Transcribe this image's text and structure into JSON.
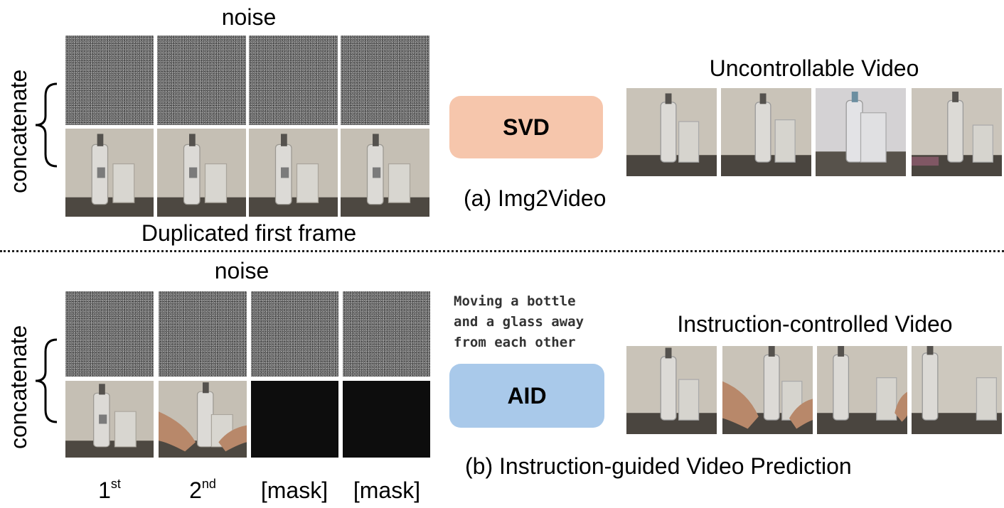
{
  "top": {
    "noise_label": "noise",
    "side_label": "concatenate",
    "bottom_label": "Duplicated first frame",
    "model": {
      "label": "SVD",
      "color": "#f6c6ac"
    },
    "caption": "(a) Img2Video",
    "output_title": "Uncontrollable Video"
  },
  "bottom": {
    "noise_label": "noise",
    "side_label": "concatenate",
    "frame_labels": [
      {
        "base": "1",
        "sup": "st"
      },
      {
        "base": "2",
        "sup": "nd"
      },
      {
        "base": "[mask]",
        "sup": ""
      },
      {
        "base": "[mask]",
        "sup": ""
      }
    ],
    "instruction": "Moving a bottle\nand a glass away\nfrom each other",
    "model": {
      "label": "AID",
      "color": "#a9c9ea"
    },
    "caption": "(b) Instruction-guided Video Prediction",
    "output_title": "Instruction-controlled Video"
  }
}
